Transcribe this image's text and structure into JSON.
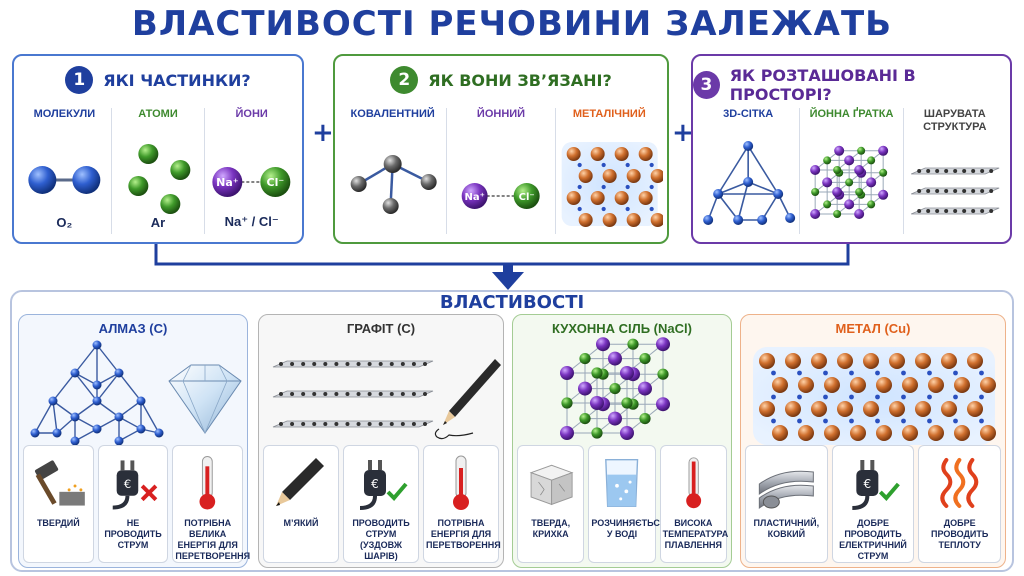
{
  "title": "ВЛАСТИВОСТІ РЕЧОВИНИ ЗАЛЕЖАТЬ",
  "colors": {
    "blue": "#1f3f9e",
    "green": "#3e8a2f",
    "purple": "#6b3aa8",
    "orange": "#e0601c"
  },
  "panels": [
    {
      "number": "1",
      "title": "ЯКІ ЧАСТИНКИ?",
      "columns": [
        {
          "label": "МОЛЕКУЛИ",
          "footer": "O₂"
        },
        {
          "label": "АТОМИ",
          "footer": "Ar"
        },
        {
          "label": "ЙОНИ",
          "footer": "Na⁺ / Cl⁻"
        }
      ]
    },
    {
      "number": "2",
      "title": "ЯК ВОНИ ЗВ’ЯЗАНІ?",
      "columns": [
        {
          "label": "КОВАЛЕНТНИЙ"
        },
        {
          "label": "ЙОННИЙ"
        },
        {
          "label": "МЕТАЛІЧНИЙ"
        }
      ]
    },
    {
      "number": "3",
      "title": "ЯК РОЗТАШОВАНІ В ПРОСТОРІ?",
      "columns": [
        {
          "label": "3D-СІТКА"
        },
        {
          "label": "ЙОННА ҐРАТКА"
        },
        {
          "label": "ШАРУВАТА СТРУКТУРА"
        }
      ]
    }
  ],
  "ions": {
    "na": "Na⁺",
    "cl": "Cl⁻"
  },
  "plus": "+",
  "properties_title": "ВЛАСТИВОСТІ",
  "cards": [
    {
      "title": "АЛМАЗ (C)",
      "features": [
        "ТВЕРДИЙ",
        "НЕ ПРОВОДИТЬ СТРУМ",
        "ПОТРІБНА ВЕЛИКА ЕНЕРГІЯ ДЛЯ ПЕРЕТВОРЕННЯ"
      ],
      "feature_icons": [
        "hammer-icon",
        "plug-cross-icon",
        "thermometer-icon"
      ]
    },
    {
      "title": "ГРАФІТ (C)",
      "features": [
        "М’ЯКИЙ",
        "ПРОВОДИТЬ СТРУМ (УЗДОВЖ ШАРІВ)",
        "ПОТРІБНА ЕНЕРГІЯ ДЛЯ ПЕРЕТВОРЕННЯ"
      ],
      "feature_icons": [
        "pencil-icon",
        "plug-check-icon",
        "thermometer-icon"
      ]
    },
    {
      "title": "КУХОННА СІЛЬ (NaCl)",
      "features": [
        "ТВЕРДА, КРИХКА",
        "РОЗЧИНЯЄТЬСЯ У ВОДІ",
        "ВИСОКА ТЕМПЕРАТУРА ПЛАВЛЕННЯ"
      ],
      "feature_icons": [
        "salt-cube-icon",
        "beaker-icon",
        "thermometer-icon"
      ]
    },
    {
      "title": "МЕТАЛ (Cu)",
      "features": [
        "ПЛАСТИЧНИЙ, КОВКИЙ",
        "ДОБРЕ ПРОВОДИТЬ ЕЛЕКТРИЧНИЙ СТРУМ",
        "ДОБРЕ ПРОВОДИТЬ ТЕПЛОТУ"
      ],
      "feature_icons": [
        "metal-sheets-icon",
        "plug-check-icon",
        "heat-waves-icon"
      ]
    }
  ]
}
